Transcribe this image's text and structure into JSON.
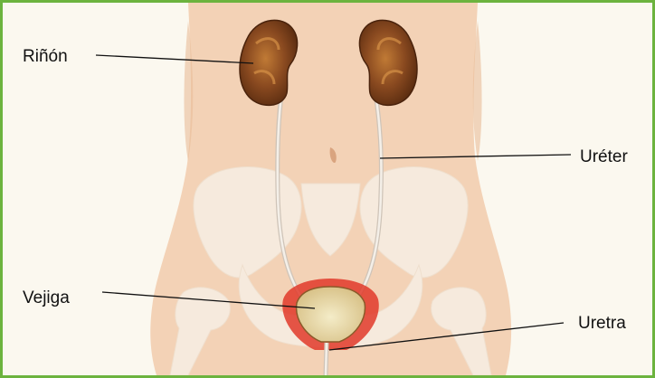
{
  "diagram": {
    "labels": {
      "kidney": "Riñón",
      "ureter": "Uréter",
      "bladder": "Vejiga",
      "urethra": "Uretra"
    },
    "colors": {
      "border": "#6cb33e",
      "background": "#fbf8ef",
      "skin": "#f3d2b6",
      "skin_shadow": "#e9bc98",
      "bone": "#f7ece0",
      "kidney": "#8a4a20",
      "kidney_dark": "#5a2c10",
      "ureter": "#d8cfc4",
      "bladder_wall": "#e03a2a",
      "bladder_inner": "#e9d9a6",
      "leader_line": "#111111"
    }
  }
}
